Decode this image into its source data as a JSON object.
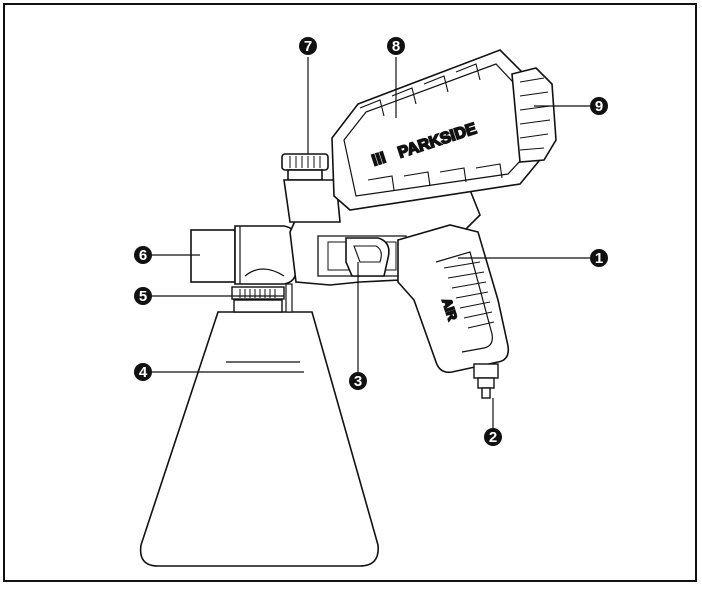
{
  "diagram": {
    "brand_label": "PARKSIDE",
    "brand_stripes": "III",
    "handle_label": "AIR",
    "callouts": [
      {
        "id": "1",
        "part": "trigger-grip"
      },
      {
        "id": "2",
        "part": "air-connector"
      },
      {
        "id": "3",
        "part": "trigger"
      },
      {
        "id": "4",
        "part": "container"
      },
      {
        "id": "5",
        "part": "container-connector"
      },
      {
        "id": "6",
        "part": "nozzle"
      },
      {
        "id": "7",
        "part": "regulating-knob"
      },
      {
        "id": "8",
        "part": "housing"
      },
      {
        "id": "9",
        "part": "air-cap"
      }
    ]
  },
  "colors": {
    "line": "#111111",
    "callout_fill": "#111111",
    "callout_text": "#ffffff",
    "background": "#ffffff"
  }
}
